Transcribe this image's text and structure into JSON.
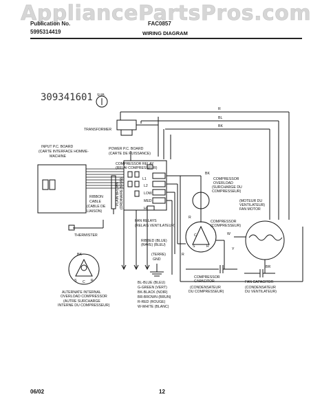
{
  "watermark": "AppliancePartsPros.com",
  "header": {
    "publication_label": "Publication No.",
    "publication_no": "5995314419",
    "model": "FAC0857",
    "title": "WIRING DIAGRAM"
  },
  "diagram": {
    "part_number": "309341601",
    "sub": "SUB.",
    "transformer": "TRANSFORMER",
    "power_board": "POWER P.C. BOARD",
    "power_board_fr": "(CARTE DE PUISSANCE)",
    "compressor_relay": "COMPRESSOR RELAY",
    "compressor_relay_fr": "(RELAI COMPRESSEUR)",
    "input_board": "INPUT P.C. BOARD",
    "input_board_fr1": "(CARTE INTERFACE HOMME-",
    "input_board_fr2": "MACHINE",
    "ribbon_cable": "RIBBON",
    "ribbon_cable2": "CABLE",
    "ribbon_cable_fr1": "(CABLE DE",
    "ribbon_cable_fr2": "LIAISON)",
    "thermister": "THERMISTER",
    "plain_brown": "PLAIN BROWN",
    "plain_brown_fr": "(ORDINAIRE BRUN)",
    "relay_l1": "L1",
    "relay_l2": "L2",
    "relay_low": "LOW",
    "relay_med": "MED",
    "relay_hi": "HI",
    "fan_relays": "FAN RELAYS",
    "fan_relays_fr": "(RELAIS VENTILATEUR)",
    "compressor_overload": "COMPRESSOR",
    "compressor_overload2": "OVERLOAD",
    "compressor_overload_fr1": "(SURCHARGE DU",
    "compressor_overload_fr2": "COMPRESSEUR)",
    "compressor": "COMPRESSOR",
    "compressor_fr": "(COMPRESSEUR)",
    "fan_motor_fr1": "(MOTEUR DU",
    "fan_motor_fr2": "VENTILATEUR)",
    "fan_motor": "FAN MOTOR",
    "ribbed": "RIBBED   (BLUE)",
    "ribbed_fr": "(RAYE)   (BLEU)",
    "ground": "(TERRE)",
    "ground2": "GND",
    "legend_bl": "BL-BLUE (BLEU)",
    "legend_g": "G-GREEN (VERT)",
    "legend_bk": "BK-BLACK (NOIR)",
    "legend_br": "BR-BROWN (BRUN)",
    "legend_r": "R-RED (ROUGE)",
    "legend_w": "W-WHITE (BLANC)",
    "compressor_capacitor": "COMPRESSOR",
    "compressor_capacitor2": "CAPACITOR",
    "compressor_capacitor_fr1": "(CONDENSATEUR",
    "compressor_capacitor_fr2": "DU COMPRESSEUR)",
    "fan_capacitor": "FAN CAPACITOR",
    "fan_capacitor_fr1": "(CONDENSATEUR",
    "fan_capacitor_fr2": "DU VENTILATEUR)",
    "alt_overload1": "ALTERNATE INTERNAL",
    "alt_overload2": "OVERLOAD COMPRESSOR",
    "alt_overload3": "(AUTRE SURCHARGE",
    "alt_overload4": "INTERNE DU COMPRESSEUR)",
    "wire_r": "R",
    "wire_bl": "BL",
    "wire_bk": "BK",
    "wire_w": "W",
    "wire_br": "BR",
    "wire_y": "Y",
    "term_c": "C",
    "term_s": "S",
    "term_r": "R"
  },
  "footer": {
    "date": "06/02",
    "page": "12"
  }
}
